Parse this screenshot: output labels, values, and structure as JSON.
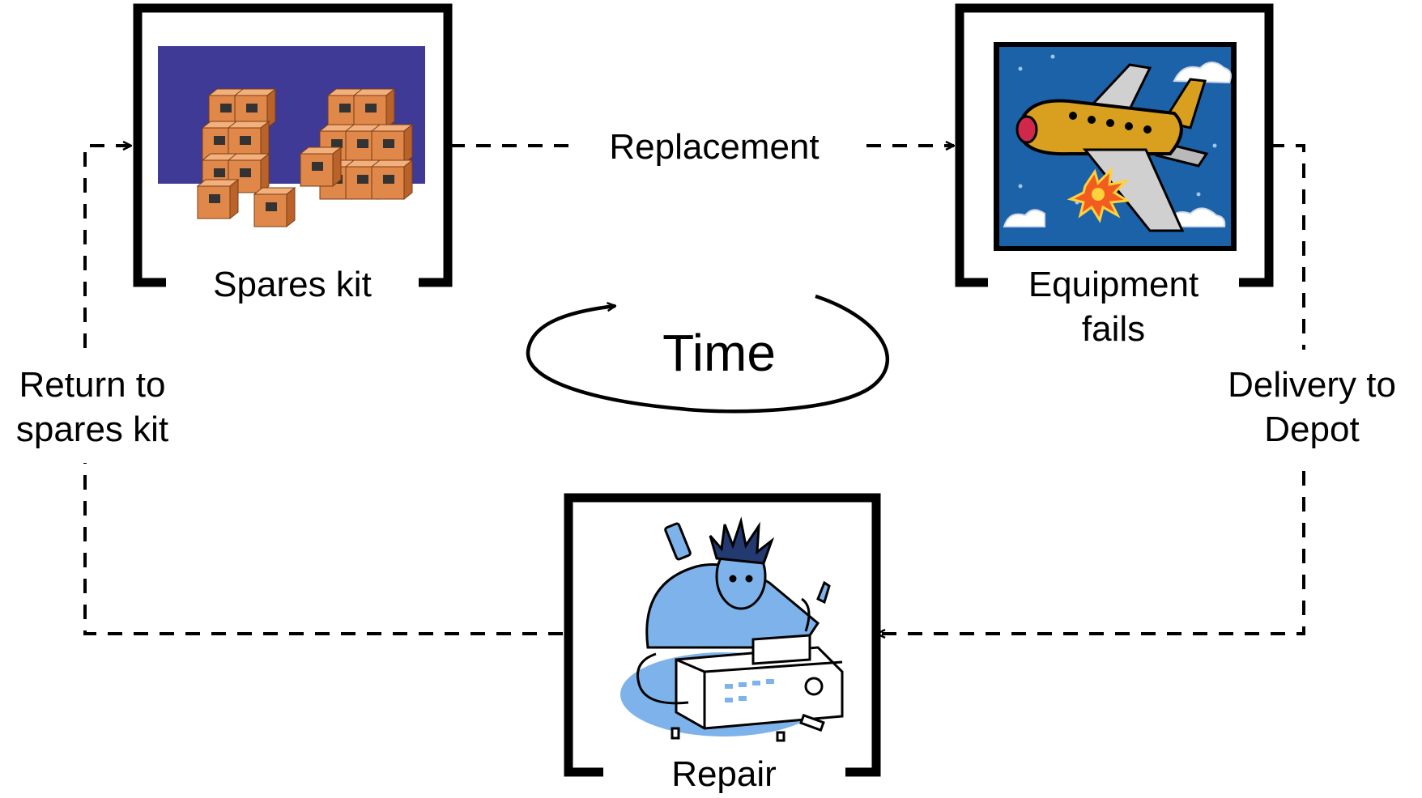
{
  "diagram": {
    "nodes": {
      "spares_kit": {
        "label": "Spares kit",
        "picture": "stacked-boxes-icon"
      },
      "equipment_fails": {
        "label_lines": [
          "Equipment",
          "fails"
        ],
        "picture": "failing-airplane-icon"
      },
      "repair": {
        "label": "Repair",
        "picture": "technician-repair-icon"
      }
    },
    "edges": {
      "replacement": {
        "label": "Replacement"
      },
      "delivery": {
        "label_lines": [
          "Delivery to",
          "Depot"
        ]
      },
      "return": {
        "label_lines": [
          "Return to",
          "spares kit"
        ]
      }
    },
    "center": {
      "label": "Time"
    }
  },
  "colors": {
    "stroke": "#000000",
    "spares_bg": "#3f3a96",
    "box_orange": "#e0874a",
    "sky_blue": "#1c62a8",
    "plane_gold": "#d9a020",
    "flame": "#f25c1e",
    "repair_blue": "#7db3ea"
  }
}
